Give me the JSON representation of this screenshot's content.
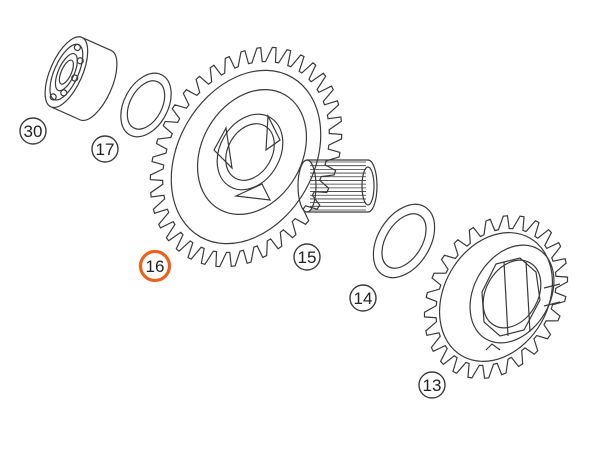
{
  "colors": {
    "line": "#3a3a3a",
    "highlight": "#e8641e",
    "background": "#ffffff"
  },
  "callouts": [
    {
      "id": "30",
      "label": "30",
      "highlighted": false
    },
    {
      "id": "17",
      "label": "17",
      "highlighted": false
    },
    {
      "id": "16",
      "label": "16",
      "highlighted": true
    },
    {
      "id": "15",
      "label": "15",
      "highlighted": false
    },
    {
      "id": "14",
      "label": "14",
      "highlighted": false
    },
    {
      "id": "13",
      "label": "13",
      "highlighted": false
    }
  ]
}
